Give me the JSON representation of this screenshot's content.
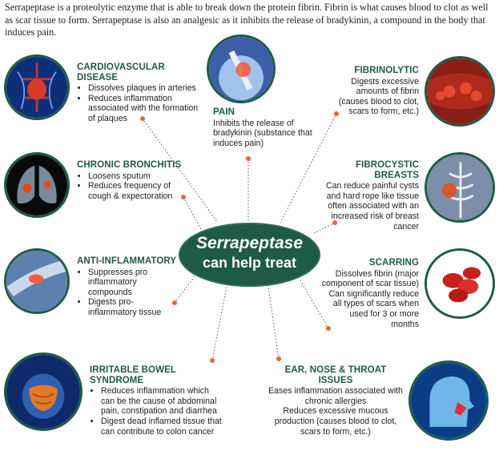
{
  "intro": "Serrapeptase is a proteolytic enzyme that is able to break down the protein fibrin. Fibrin is what causes blood to clot as well as scar tissue to form. Serrapeptase is also an analgesic as it inhibits the release of bradykinin, a compound in the body that induces pain.",
  "hub": {
    "line1": "Serrapeptase",
    "line2": "can help treat"
  },
  "colors": {
    "accent": "#1f5a45",
    "dot": "#e8643c"
  },
  "sections": {
    "cardio": {
      "title": "CARDIOVASCULAR DISEASE",
      "items": [
        "Dissolves plaques in arteries",
        "Reduces inflammation associated with the formation of plaques"
      ]
    },
    "pain": {
      "title": "PAIN",
      "items": [
        "Inhibits the release of bradykinin (substance that induces pain)"
      ]
    },
    "fibrinolytic": {
      "title": "FIBRINOLYTIC",
      "items": [
        "Digests excessive amounts of fibrin (causes blood to clot, scars to form, etc.)"
      ]
    },
    "bronchitis": {
      "title": "CHRONIC BRONCHITIS",
      "items": [
        "Loosens sputum",
        "Reduces frequency of cough & expectoration"
      ]
    },
    "fibrocystic": {
      "title": "FIBROCYSTIC BREASTS",
      "items": [
        "Can reduce painful cysts and hard rope like tissue often associated with an increased risk of breast cancer"
      ]
    },
    "antiinflam": {
      "title": "ANTI-INFLAMMATORY",
      "items": [
        "Suppresses pro inflammatory compounds",
        "Digests pro-inflammatory tissue"
      ]
    },
    "scarring": {
      "title": "SCARRING",
      "items": [
        "Dissolves fibrin (major component of scar tissue)",
        "Can significantly reduce all types of scars when used for 3 or more months"
      ]
    },
    "ibs": {
      "title": "IRRITABLE BOWEL SYNDROME",
      "items": [
        "Reduces inflammation which can be the cause of abdominal pain, constipation and diarrhea",
        "Digest dead inflamed tissue that can contribute to colon cancer"
      ]
    },
    "ent": {
      "title": "EAR, NOSE & THROAT ISSUES",
      "items": [
        "Eases inflammation associated with chronic allergies",
        "Reduces excessive mucous production (causes blood to clot, scars to form, etc.)"
      ]
    }
  }
}
